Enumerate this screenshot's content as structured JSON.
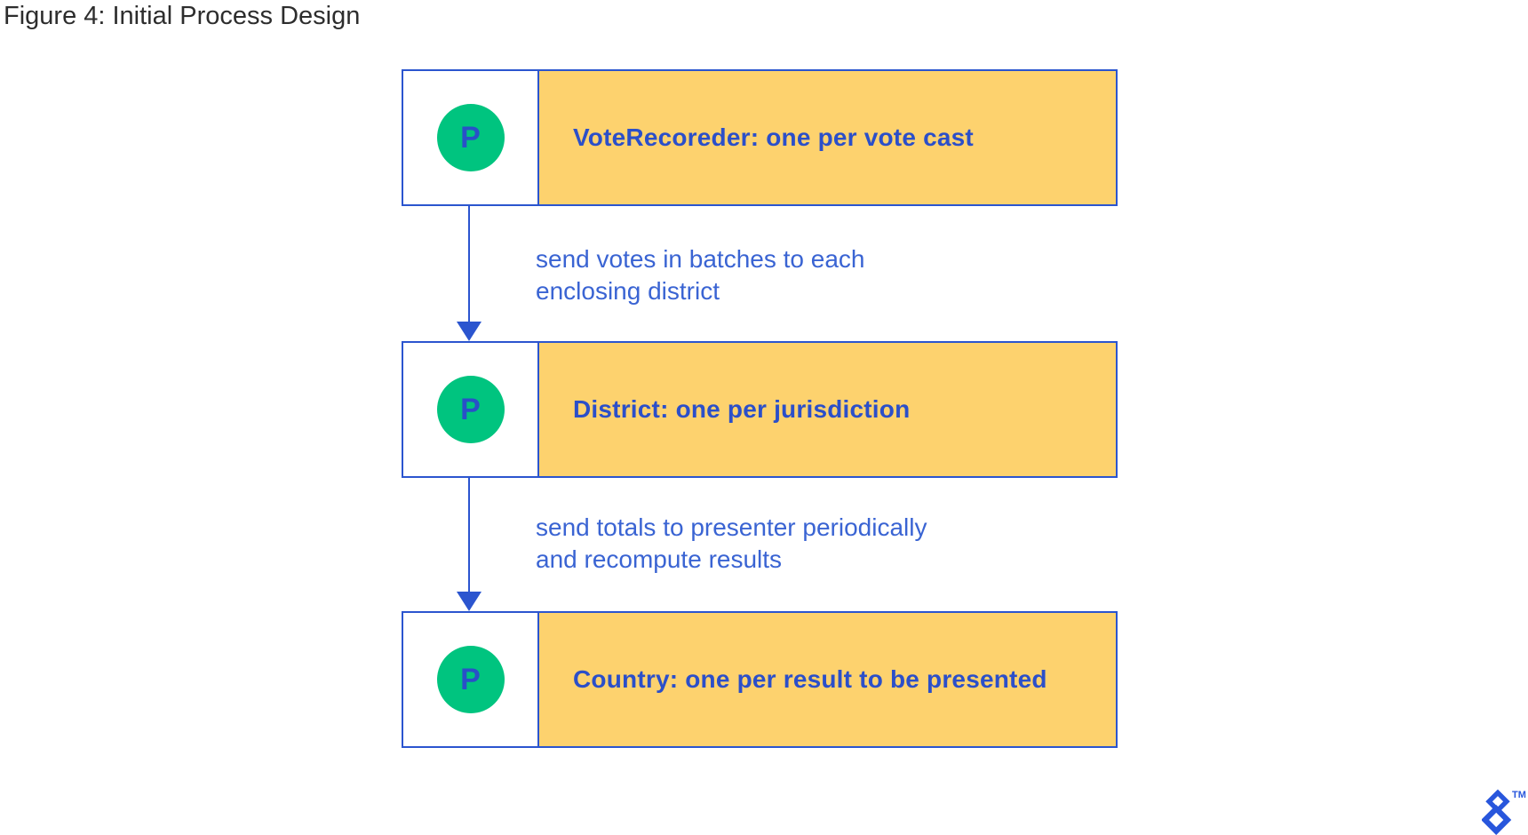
{
  "title": "Figure 4: Initial Process Design",
  "colors": {
    "border_blue": "#2b55cf",
    "node_fill_yellow": "#fdd26e",
    "node_text_blue": "#2b4fc9",
    "edge_text_blue": "#3a64d3",
    "badge_green": "#00c47f",
    "badge_text_blue": "#2950c8",
    "logo_blue": "#2856dc",
    "title_color": "#2d2d2d"
  },
  "diagram": {
    "nodes": [
      {
        "badge": "P",
        "label": "VoteRecoreder: one per vote cast"
      },
      {
        "badge": "P",
        "label": "District: one per jurisdiction"
      },
      {
        "badge": "P",
        "label": "Country: one per result to be presented"
      }
    ],
    "edges": [
      {
        "line1": "send votes in batches to each",
        "line2": "enclosing district"
      },
      {
        "line1": "send totals to presenter periodically",
        "line2": "and recompute results"
      }
    ]
  },
  "footer": {
    "logo_name": "toptal-logo",
    "trademark": "TM"
  }
}
